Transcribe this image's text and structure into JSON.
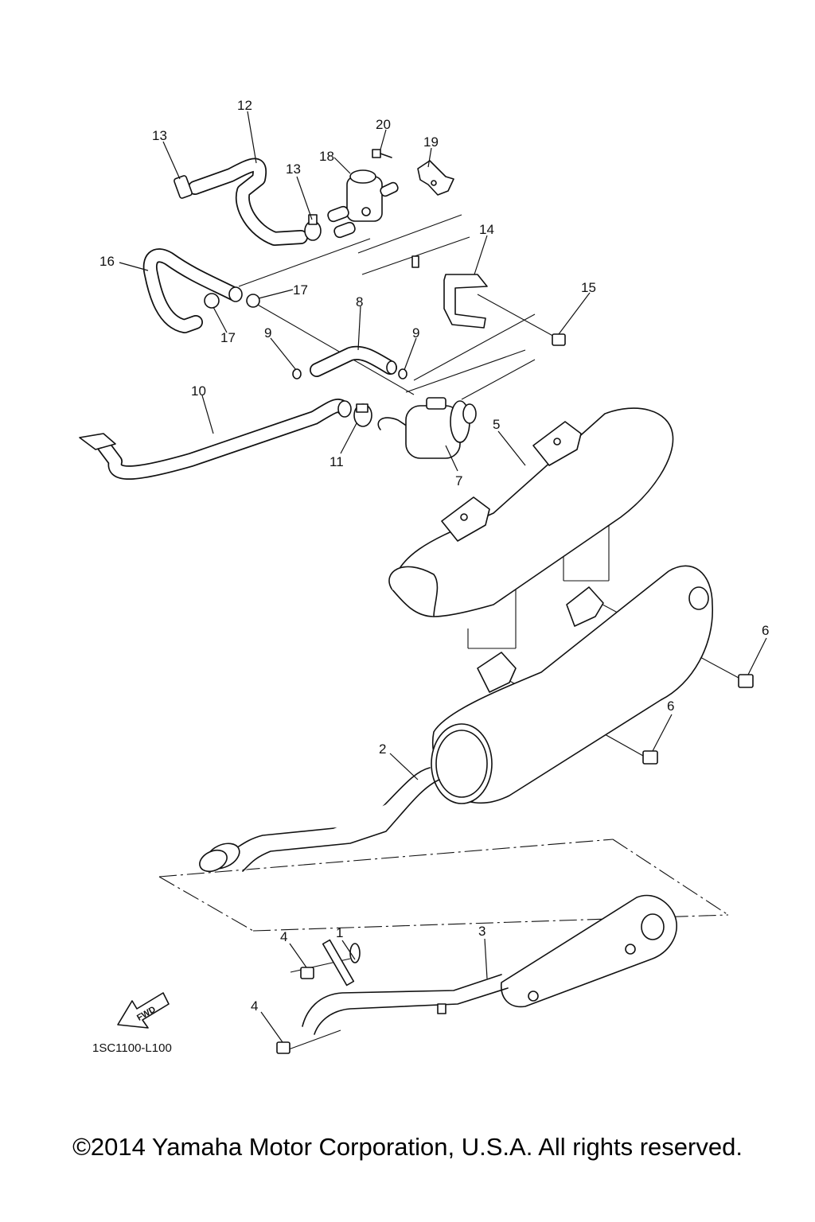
{
  "diagram": {
    "callouts": [
      {
        "id": "c1",
        "text": "1"
      },
      {
        "id": "c2",
        "text": "2"
      },
      {
        "id": "c3",
        "text": "3"
      },
      {
        "id": "c4a",
        "text": "4"
      },
      {
        "id": "c4b",
        "text": "4"
      },
      {
        "id": "c5",
        "text": "5"
      },
      {
        "id": "c6a",
        "text": "6"
      },
      {
        "id": "c6b",
        "text": "6"
      },
      {
        "id": "c7",
        "text": "7"
      },
      {
        "id": "c8",
        "text": "8"
      },
      {
        "id": "c9a",
        "text": "9"
      },
      {
        "id": "c9b",
        "text": "9"
      },
      {
        "id": "c10",
        "text": "10"
      },
      {
        "id": "c11",
        "text": "11"
      },
      {
        "id": "c12",
        "text": "12"
      },
      {
        "id": "c13a",
        "text": "13"
      },
      {
        "id": "c13b",
        "text": "13"
      },
      {
        "id": "c14",
        "text": "14"
      },
      {
        "id": "c15",
        "text": "15"
      },
      {
        "id": "c16",
        "text": "16"
      },
      {
        "id": "c17a",
        "text": "17"
      },
      {
        "id": "c17b",
        "text": "17"
      },
      {
        "id": "c18",
        "text": "18"
      },
      {
        "id": "c19",
        "text": "19"
      },
      {
        "id": "c20",
        "text": "20"
      }
    ],
    "fwd_label": "FWD",
    "drawing_code": "1SC1100-L100"
  },
  "footer": {
    "copyright": "©2014 Yamaha Motor Corporation, U.S.A. All rights reserved."
  }
}
